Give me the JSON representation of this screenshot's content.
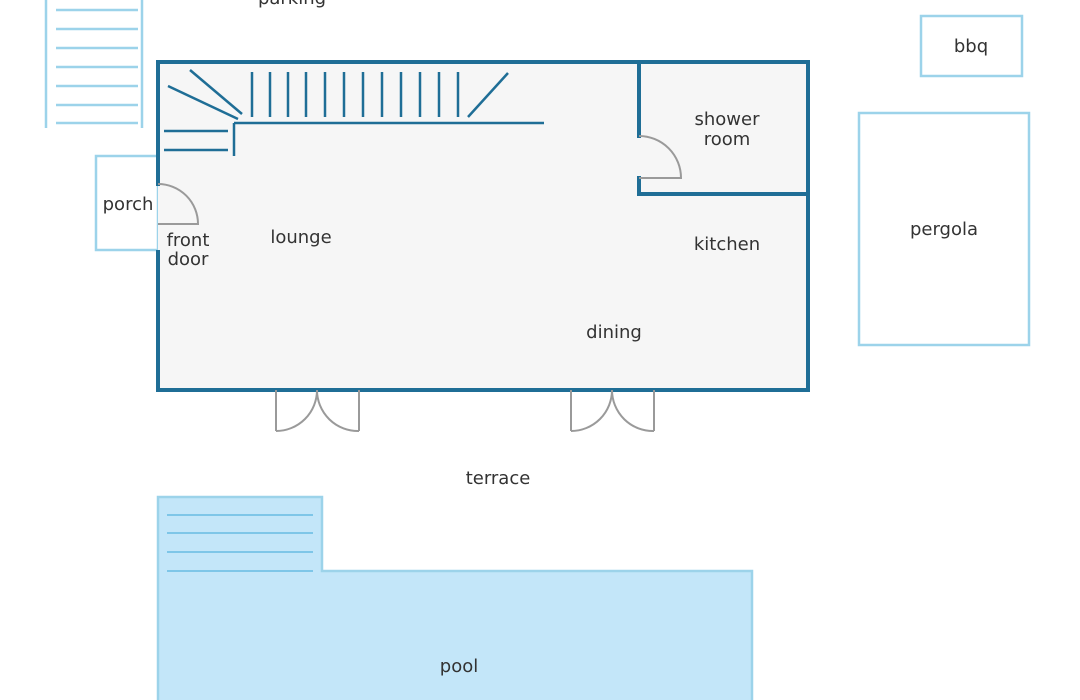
{
  "colors": {
    "background": "#ffffff",
    "wall": "#1f6e96",
    "interior_fill": "#f6f6f6",
    "outline_light": "#9cd3ea",
    "pool_fill": "#c3e6f9",
    "pool_lines": "#7ec6e8",
    "door": "#9a9a9a",
    "text": "#333333"
  },
  "labels": {
    "parking": "parking",
    "bbq": "bbq",
    "porch": "porch",
    "front_door_line1": "front",
    "front_door_line2": "door",
    "lounge": "lounge",
    "shower_room_line1": "shower",
    "shower_room_line2": "room",
    "kitchen": "kitchen",
    "dining": "dining",
    "pergola": "pergola",
    "terrace": "terrace",
    "pool": "pool"
  }
}
